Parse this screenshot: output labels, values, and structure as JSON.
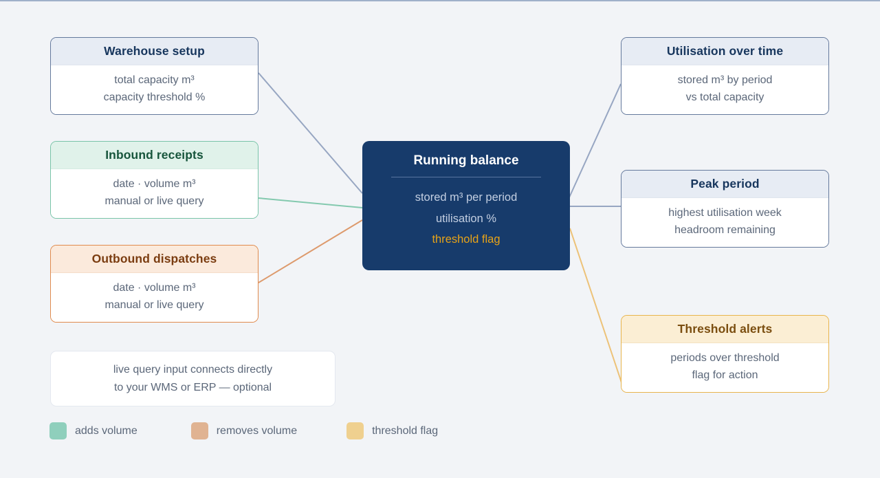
{
  "diagram": {
    "background_color": "#f2f4f7",
    "center": {
      "title": "Running balance",
      "lines": [
        "stored m³ per period",
        "utilisation %"
      ],
      "flag_line": "threshold flag",
      "fill_color": "#173b6b",
      "flag_color": "#e8a317"
    },
    "inputs": [
      {
        "name": "warehouse-setup",
        "title": "Warehouse setup",
        "lines": [
          "total capacity m³",
          "capacity threshold %"
        ],
        "accent": "#64799c"
      },
      {
        "name": "inbound-receipts",
        "title": "Inbound receipts",
        "lines": [
          "date · volume m³",
          "manual or live query"
        ],
        "accent": "#79c4a8"
      },
      {
        "name": "outbound-dispatches",
        "title": "Outbound dispatches",
        "lines": [
          "date · volume m³",
          "manual or live query"
        ],
        "accent": "#e08a4c"
      }
    ],
    "outputs": [
      {
        "name": "utilisation-over-time",
        "title": "Utilisation over time",
        "lines": [
          "stored m³ by period",
          "vs total capacity"
        ],
        "accent": "#64799c"
      },
      {
        "name": "peak-period",
        "title": "Peak period",
        "lines": [
          "highest utilisation week",
          "headroom remaining"
        ],
        "accent": "#64799c"
      },
      {
        "name": "threshold-alerts",
        "title": "Threshold alerts",
        "lines": [
          "periods over threshold",
          "flag for action"
        ],
        "accent": "#e8b44c"
      }
    ],
    "note": {
      "lines": [
        "live query input connects directly",
        "to your WMS or ERP — optional"
      ]
    },
    "legend": [
      {
        "label": "adds volume",
        "color": "#8fcfbc"
      },
      {
        "label": "removes volume",
        "color": "#e0b392"
      },
      {
        "label": "threshold flag",
        "color": "#efd08f"
      }
    ],
    "edges": [
      {
        "from": "warehouse-setup",
        "to": "center",
        "color": "#97a6c2"
      },
      {
        "from": "inbound-receipts",
        "to": "center",
        "color": "#83c9ae"
      },
      {
        "from": "outbound-dispatches",
        "to": "center",
        "color": "#dd9a6c"
      },
      {
        "from": "center",
        "to": "utilisation-over-time",
        "color": "#97a6c2"
      },
      {
        "from": "center",
        "to": "peak-period",
        "color": "#97a6c2"
      },
      {
        "from": "center",
        "to": "threshold-alerts",
        "color": "#edc278"
      }
    ]
  }
}
